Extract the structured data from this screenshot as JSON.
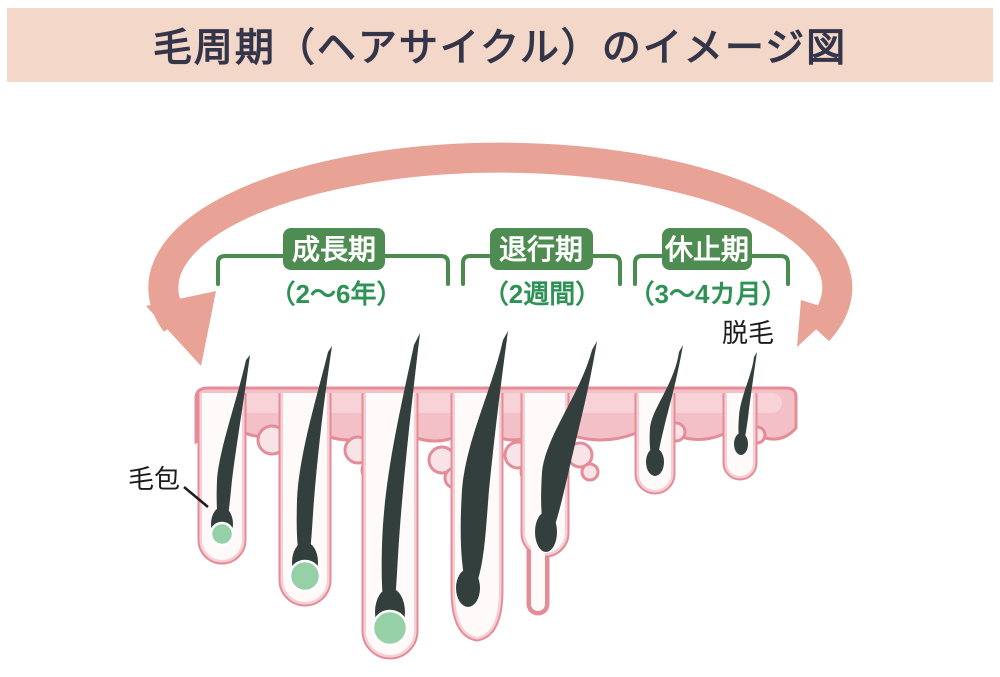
{
  "header": {
    "title": "毛周期（ヘアサイクル）のイメージ図"
  },
  "phases": [
    {
      "label": "成長期",
      "duration": "（2〜6年）"
    },
    {
      "label": "退行期",
      "duration": "（2週間）"
    },
    {
      "label": "休止期",
      "duration": "（3〜4カ月）"
    }
  ],
  "labels": {
    "follicle": "毛包",
    "shedding": "脱毛"
  },
  "colors": {
    "banner_bg": "#f3d8ca",
    "title_text": "#35354a",
    "arrow_pink": "#e9a396",
    "phase_green": "#4e8c51",
    "bracket_green": "#4a8c50",
    "duration_green": "#2e9254",
    "skin_fill": "#f4c0c7",
    "skin_stroke": "#e48d99",
    "skin_mid": "#f6ced3",
    "skin_light": "#f9dce0",
    "gland_fill": "#f8e3e6",
    "follicle_inner": "#fefafa",
    "hair_dark": "#333f3c",
    "papilla_green": "#95d0a7",
    "annotation_text": "#1c1c1c"
  }
}
